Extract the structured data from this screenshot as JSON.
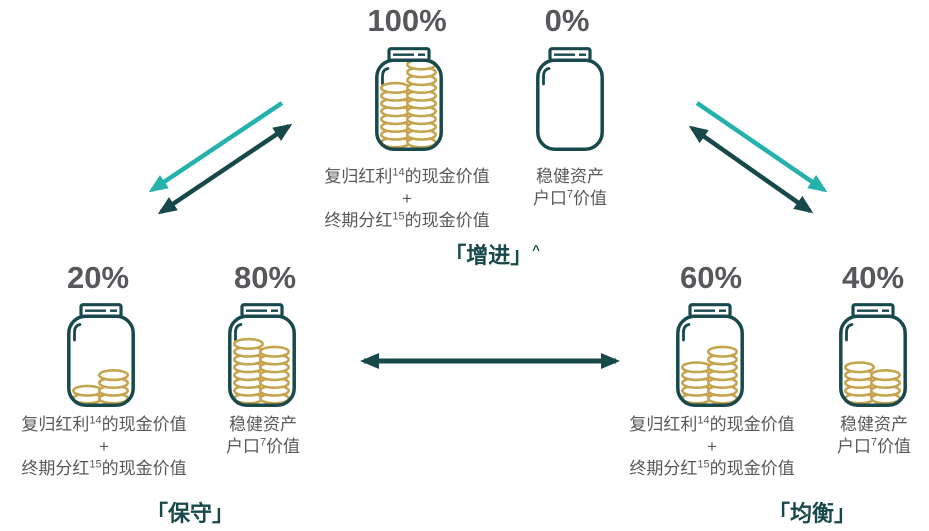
{
  "colors": {
    "jar_outline": "#184A4D",
    "mode_green": "#17494B",
    "arrow_teal": "#25B2AD",
    "arrow_dark": "#17494B",
    "coin_gold": "#C5A44E",
    "text_gray": "#57585B"
  },
  "labels": {
    "bonus": {
      "line1_pre": "复归红利",
      "line1_sup": "14",
      "line1_post": "的现金价值",
      "plus": "+",
      "line3_pre": "终期分红",
      "line3_sup": "15",
      "line3_post": "的现金价值"
    },
    "stable": {
      "line1": "稳健资产",
      "line2_pre": "户口",
      "line2_sup": "7",
      "line2_post": "价值"
    }
  },
  "groups": [
    {
      "name": "enhanced",
      "mode_label": "「增进」",
      "mode_sup": "^",
      "jars": [
        {
          "percent": "100%",
          "coins": [
            8,
            11
          ]
        },
        {
          "percent": "0%",
          "coins": [
            0,
            0
          ]
        }
      ]
    },
    {
      "name": "conservative",
      "mode_label": "「保守」",
      "mode_sup": "",
      "jars": [
        {
          "percent": "20%",
          "coins": [
            2,
            4
          ]
        },
        {
          "percent": "80%",
          "coins": [
            8,
            7
          ]
        }
      ]
    },
    {
      "name": "balanced",
      "mode_label": "「均衡」",
      "mode_sup": "",
      "jars": [
        {
          "percent": "60%",
          "coins": [
            5,
            7
          ]
        },
        {
          "percent": "40%",
          "coins": [
            5,
            4
          ]
        }
      ]
    }
  ]
}
